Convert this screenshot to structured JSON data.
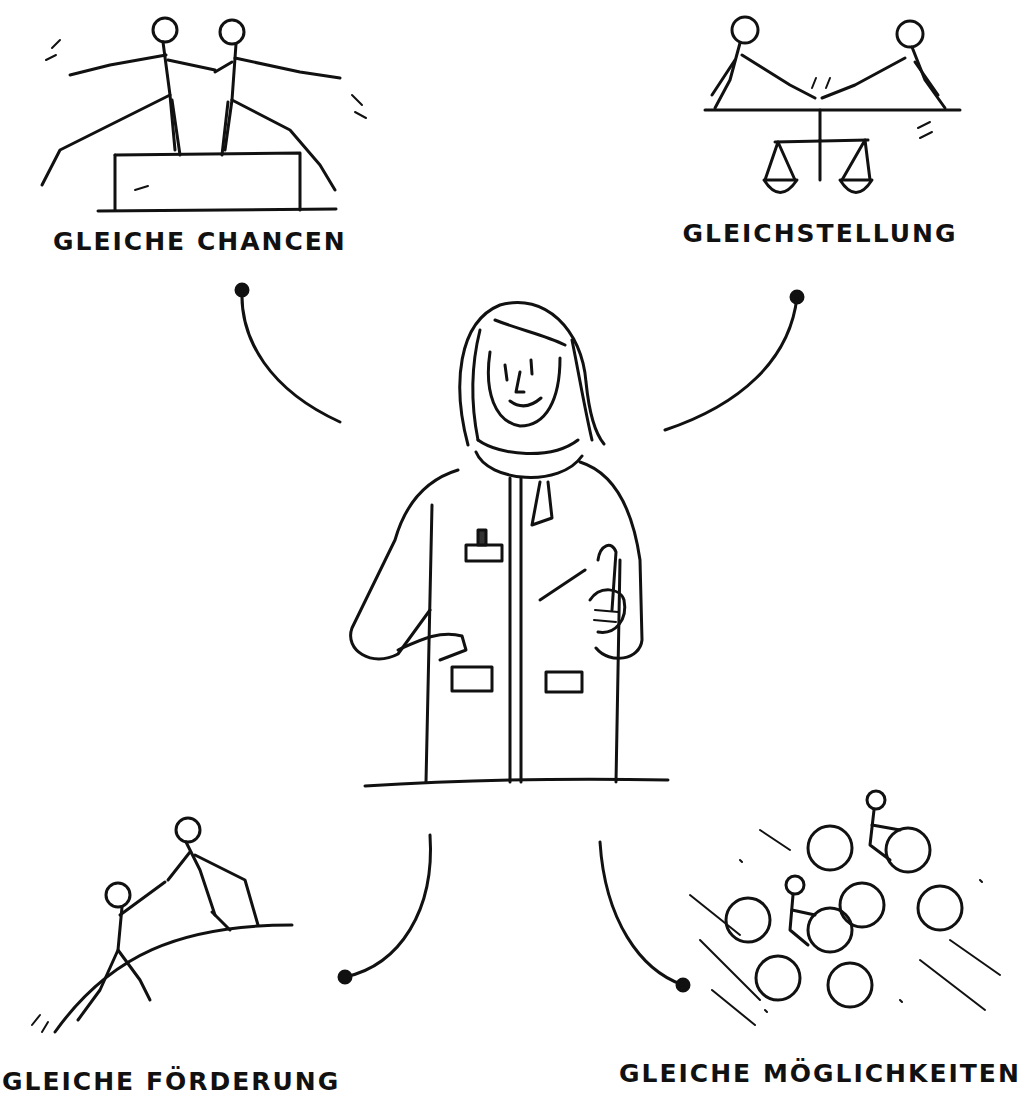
{
  "diagram": {
    "labels": [
      "GLEICHE CHANCEN",
      "GLEICHSTELLUNG",
      "GLEICHE FÖRDERUNG",
      "GLEICHE MÖGLICHKEITEN"
    ]
  }
}
